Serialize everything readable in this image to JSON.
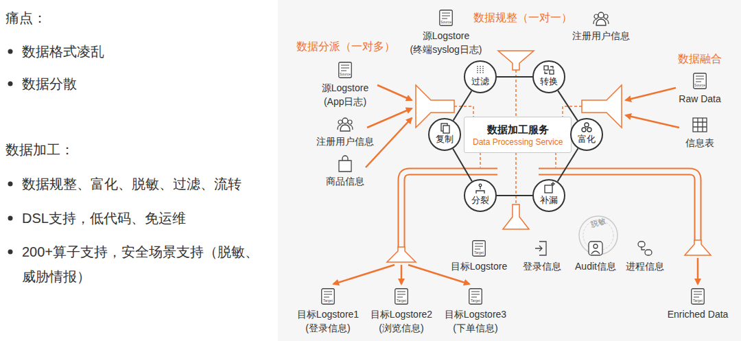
{
  "diagram": {
    "nodes": [
      {
        "text": [
          "Source",
          "源Logstore (终端syslog日志)"
        ]
      },
      {
        "text": [
          "注册用户信息"
        ]
      },
      {
        "text": [
          "Source",
          "源Logstore (App日志)"
        ]
      },
      {
        "text": [
          "过滤"
        ]
      },
      {
        "text": [
          "转换"
        ]
      },
      {
        "text": [
          "Source",
          "Raw Data"
        ]
      },
      {
        "text": [
          "数据加工服务",
          "Data Processing Service"
        ]
      },
      {
        "text": [
          "复制"
        ]
      },
      {
        "text": [
          "富化"
        ]
      },
      {
        "text": [
          "注册用户信息"
        ]
      },
      {
        "text": [
          "信息表"
        ]
      },
      {
        "text": [
          "商品信息"
        ]
      },
      {
        "text": [
          "分裂"
        ]
      },
      {
        "text": [
          "补漏"
        ]
      },
      {
        "text": [
          "Target",
          "目标Logstore"
        ]
      },
      {
        "text": [
          "登录信息"
        ]
      },
      {
        "text": [
          "Audit信息"
        ]
      },
      {
        "text": [
          "进程信息"
        ]
      },
      {
        "text": [
          "Target",
          "目标Logstore1 (登录信息)"
        ]
      },
      {
        "text": [
          "Target",
          "目标Logstore2 (浏览信息)"
        ]
      },
      {
        "text": [
          "Target",
          "目标Logstore3 (下单信息)"
        ]
      },
      {
        "text": [
          "Target",
          "Enriched Data"
        ]
      }
    ],
    "edges": [
      {
        "from": 3,
        "to": 4,
        "arrow": "none"
      },
      {
        "from": 4,
        "to": 8,
        "arrow": "none"
      },
      {
        "from": 8,
        "to": 13,
        "arrow": "none"
      },
      {
        "from": 13,
        "to": 12,
        "arrow": "none"
      },
      {
        "from": 12,
        "to": 7,
        "arrow": "none"
      },
      {
        "from": 7,
        "to": 3,
        "arrow": "none"
      }
    ],
    "labels": [
      "痛点：",
      "数据格式凌乱",
      "数据分散",
      "数据加工：",
      "数据规整、富化、脱敏、过滤、流转",
      "DSL支持，低代码、免运维",
      "200+算子支持，安全场景支持（脱敏、威胁情报）",
      "数据规整（一对一）",
      "数据分派（一对多）",
      "数据融合",
      "脱敏"
    ]
  }
}
